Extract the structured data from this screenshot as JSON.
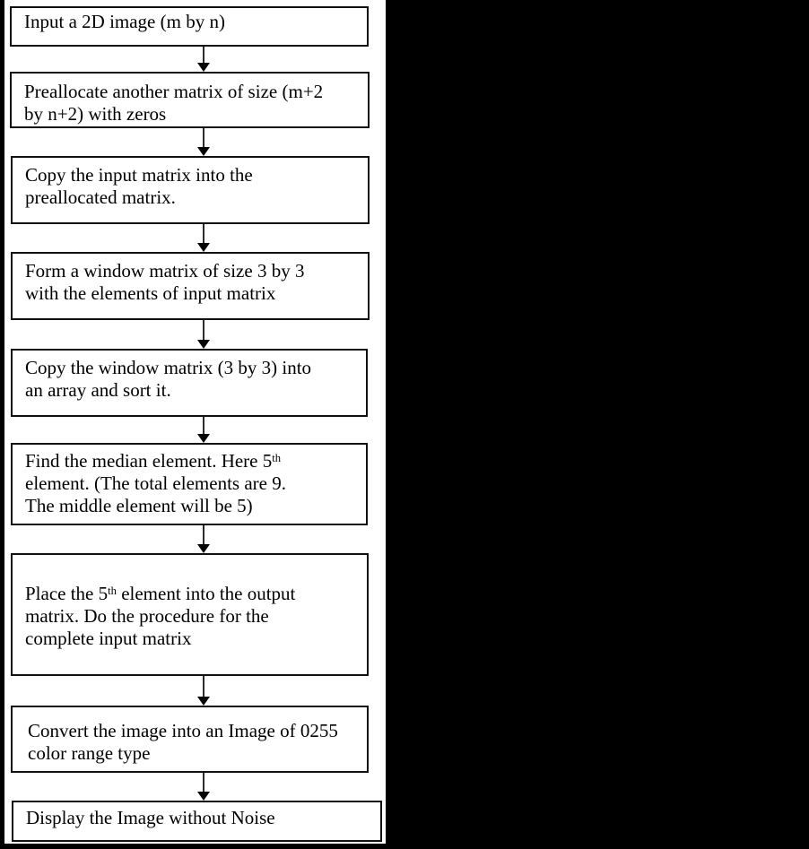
{
  "flowchart": {
    "description": "Median filter algorithm flowchart",
    "steps": [
      {
        "lines": [
          [
            {
              "text": "Input a 2D image (m by n)"
            }
          ]
        ]
      },
      {
        "lines": [
          [
            {
              "text": "Preallocate another matrix of size (m+2"
            }
          ],
          [
            {
              "text": "by n+2) with zeros"
            }
          ]
        ]
      },
      {
        "lines": [
          [
            {
              "text": "Copy the input matrix into the"
            }
          ],
          [
            {
              "text": "preallocated matrix."
            }
          ]
        ]
      },
      {
        "lines": [
          [
            {
              "text": "Form a window matrix of size 3 by 3"
            }
          ],
          [
            {
              "text": "with the elements of input matrix"
            }
          ]
        ]
      },
      {
        "lines": [
          [
            {
              "text": "Copy the window matrix (3 by 3) into"
            }
          ],
          [
            {
              "text": "an array and sort it."
            }
          ]
        ]
      },
      {
        "lines": [
          [
            {
              "text": "Find the median element. Here 5"
            },
            {
              "text": "th",
              "sup": true
            }
          ],
          [
            {
              "text": "element. (The total elements are 9."
            }
          ],
          [
            {
              "text": "The middle element will be 5)"
            }
          ]
        ]
      },
      {
        "lines": [
          [
            {
              "text": "Place the 5"
            },
            {
              "text": "th",
              "sup": true
            },
            {
              "text": " element into the output"
            }
          ],
          [
            {
              "text": "matrix. Do the procedure for the"
            }
          ],
          [
            {
              "text": "complete input matrix"
            }
          ]
        ]
      },
      {
        "lines": [
          [
            {
              "text": "Convert the image into an Image of 0255"
            }
          ],
          [
            {
              "text": "color range type"
            }
          ]
        ]
      },
      {
        "lines": [
          [
            {
              "text": "Display the Image without Noise"
            }
          ]
        ]
      }
    ],
    "connector_count": 8,
    "colors": {
      "page_background": "#000000",
      "panel_background": "#ffffff",
      "box_border": "#111111",
      "text": "#000000",
      "arrow_shaft": "#2e2e2e",
      "arrow_head": "#050505"
    }
  }
}
